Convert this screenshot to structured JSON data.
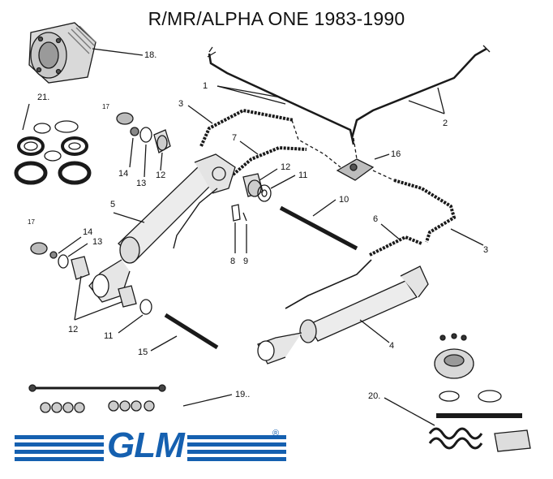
{
  "title": "R/MR/ALPHA ONE 1983-1990",
  "labels": {
    "l1": "1",
    "l2": "2",
    "l3a": "3",
    "l3b": "3",
    "l4": "4",
    "l5": "5",
    "l6": "6",
    "l7": "7",
    "l8": "8",
    "l9": "9",
    "l10": "10",
    "l11a": "11",
    "l11b": "11",
    "l12a": "12",
    "l12b": "12",
    "l12c": "12",
    "l13a": "13",
    "l13b": "13",
    "l14a": "14",
    "l14b": "14",
    "l15": "15",
    "l16": "16",
    "l17a": "17",
    "l17b": "17",
    "l18": "18.",
    "l19": "19..",
    "l20": "20.",
    "l21": "21."
  },
  "logo": {
    "text": "GLM",
    "registered": "®",
    "color": "#1560b0"
  },
  "colors": {
    "line": "#1a1a1a",
    "brand_blue": "#1560b0"
  }
}
